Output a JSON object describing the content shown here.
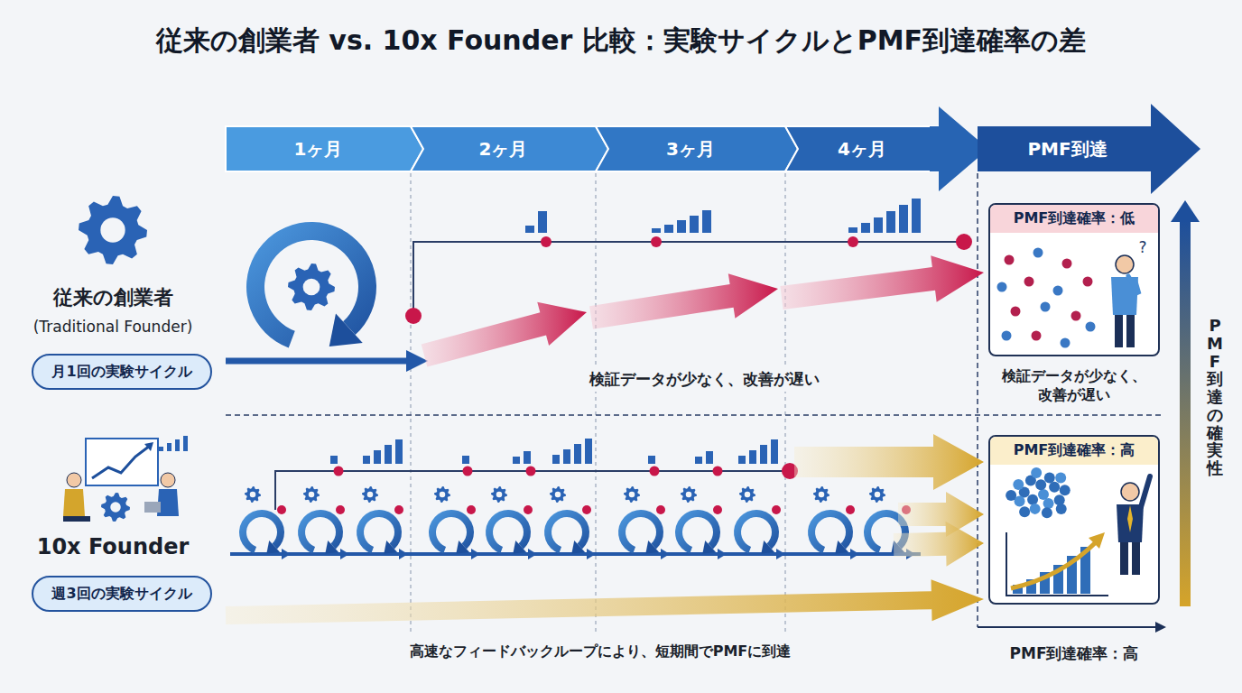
{
  "diagram": {
    "title": "従来の創業者 vs. 10x Founder 比較：実験サイクルとPMF到達確率の差",
    "nodes": [
      {
        "text": [
          "1ヶ月"
        ]
      },
      {
        "text": [
          "2ヶ月"
        ]
      },
      {
        "text": [
          "3ヶ月"
        ]
      },
      {
        "text": [
          "4ヶ月"
        ]
      },
      {
        "text": [
          "PMF到達"
        ]
      },
      {
        "text": [
          "月1回の実験サイクル"
        ]
      },
      {
        "text": [
          "PMF到達確率：低"
        ]
      },
      {
        "text": [
          "週3回の実験サイクル"
        ]
      },
      {
        "text": [
          "PMF到達確率：高"
        ]
      }
    ],
    "labels": [
      "従来の創業者",
      "(Traditional Founder)",
      "検証データが少なく、改善が遅い",
      "検証データが少なく、改善が遅い",
      "10x Founder",
      "高速なフィードバックループにより、短期間でPMFに到達",
      "PMF到達確率：高",
      "PMF到達の確実性",
      "?"
    ]
  }
}
